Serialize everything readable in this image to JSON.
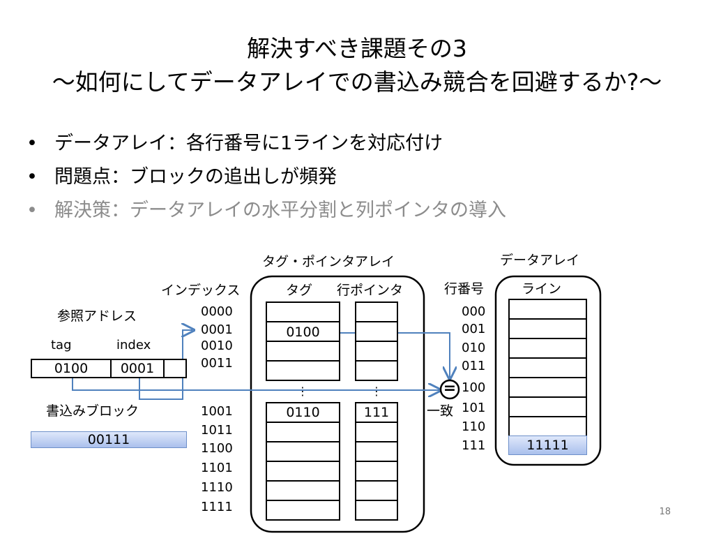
{
  "title": {
    "line1": "解決すべき課題その3",
    "line2": "～如何にしてデータアレイでの書込み競合を回避するか?～"
  },
  "bullets": [
    {
      "marker": "•",
      "text": "データアレイ：各行番号に1ラインを対応付け"
    },
    {
      "marker": "•",
      "text": "問題点：ブロックの追出しが頻発"
    },
    {
      "marker": "•",
      "text": "解決策：データアレイの水平分割と列ポインタの導入"
    }
  ],
  "address": {
    "heading": "参照アドレス",
    "tag_label": "tag",
    "index_label": "index",
    "tag_value": "0100",
    "index_value": "0001"
  },
  "write_block": {
    "label": "書込みブロック",
    "value": "00111"
  },
  "index_header": "インデックス",
  "index_rows_top": [
    "0000",
    "0001",
    "0010",
    "0011"
  ],
  "index_rows_bottom": [
    "1001",
    "1011",
    "1100",
    "1101",
    "1110",
    "1111"
  ],
  "tag_pointer_array": {
    "title": "タグ・ポインタアレイ",
    "tag_header": "タグ",
    "pointer_header": "行ポインタ",
    "tag_entry_top": "0100",
    "tag_entry_bottom": "0110",
    "pointer_entry_bottom": "111",
    "ellipsis": "⋮"
  },
  "compare": {
    "symbol": "=",
    "label": "一致"
  },
  "data_array": {
    "title": "データアレイ",
    "row_header": "行番号",
    "line_header": "ライン",
    "rows": [
      "000",
      "001",
      "010",
      "011",
      "100",
      "101",
      "110",
      "111"
    ],
    "highlight_value": "11111"
  },
  "colors": {
    "arrow": "#4f81bd",
    "fill_light": "#dfe8fb",
    "fill_dark": "#aac0ec",
    "gray_text": "#8c8c8c"
  },
  "page_number": "18"
}
